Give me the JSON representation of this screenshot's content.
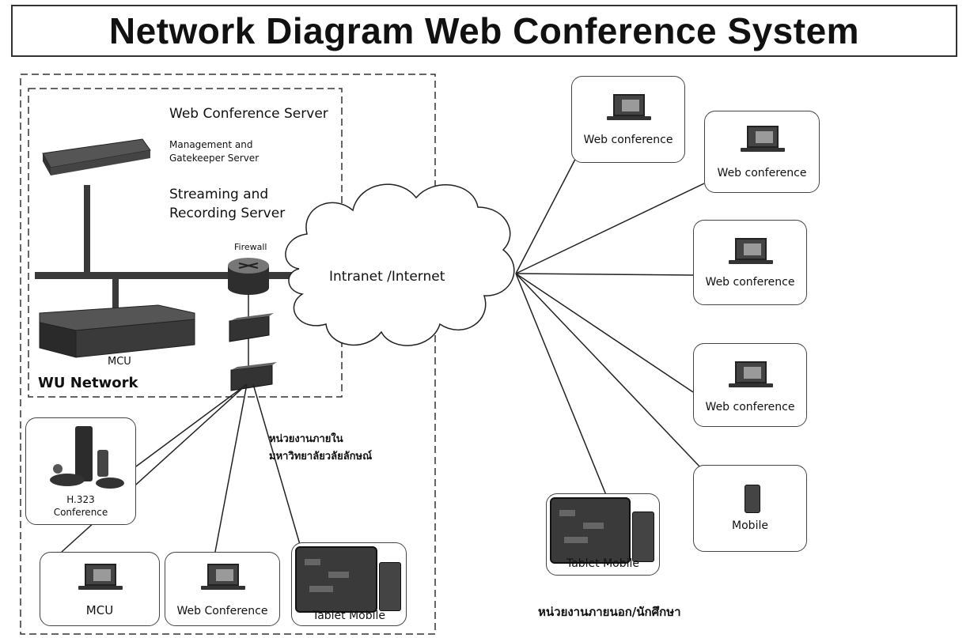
{
  "title": "Network Diagram Web Conference System",
  "server_labels": {
    "web_conference_server": "Web Conference Server",
    "management_gatekeeper_line1": "Management and",
    "management_gatekeeper_line2": "Gatekeeper Server",
    "streaming_recording_line1": "Streaming and",
    "streaming_recording_line2": "Recording Server",
    "firewall": "Firewall",
    "mcu": "MCU",
    "wu_network": "WU Network"
  },
  "cloud_label": "Intranet /Internet",
  "internal_label_line1": "หน่วยงานภายใน",
  "internal_label_line2": "มหาวิทยาลัยวลัยลักษณ์",
  "external_label": "หน่วยงานภายนอก/นักศึกษา",
  "internal_nodes": {
    "h323_line1": "H.323",
    "h323_line2": "Conference",
    "mcu": "MCU",
    "web_conference": "Web Conference",
    "tablet_mobile": "Tablet Mobile"
  },
  "external_nodes": {
    "web_conference_1": "Web conference",
    "web_conference_2": "Web conference",
    "web_conference_3": "Web conference",
    "web_conference_4": "Web conference",
    "mobile": "Mobile",
    "tablet_mobile": "Tablet Mobile"
  },
  "colors": {
    "line": "#222222",
    "device": "#3a3a3a",
    "border": "#444444"
  }
}
